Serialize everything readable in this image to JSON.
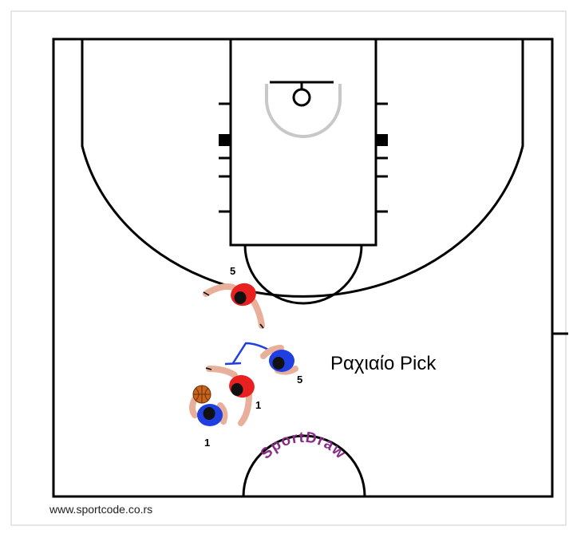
{
  "diagram": {
    "title": "Ραχιαίο Pick",
    "source_url": "www.sportcode.co.rs",
    "watermark": "SportDraw",
    "colors": {
      "offense": "#1f3fe0",
      "defense": "#e82020",
      "screen_line": "#1f3fe0",
      "court_lines": "#000000",
      "key_arc": "#c8c8c8",
      "ball": "#c8641e"
    },
    "players": [
      {
        "label": "5",
        "team": "defense"
      },
      {
        "label": "5",
        "team": "offense"
      },
      {
        "label": "1",
        "team": "defense"
      },
      {
        "label": "1",
        "team": "offense",
        "has_ball": true
      }
    ]
  }
}
